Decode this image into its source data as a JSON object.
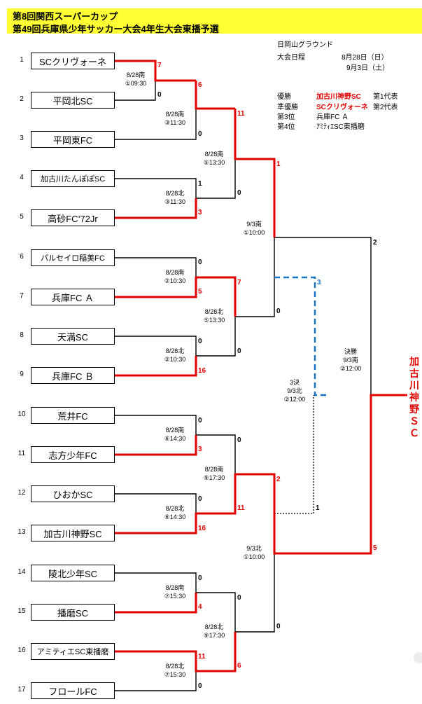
{
  "title": {
    "line1": "第8回関西スーパーカップ",
    "line2": "第49回兵庫県少年サッカー大会4年生大会東播予選"
  },
  "info": {
    "venue": "日岡山グラウンド",
    "schedule_label": "大会日程",
    "date1": "8月28日（日）",
    "date2": "9月3日（土）",
    "results": [
      {
        "rank": "優勝",
        "team": "加古川神野SC",
        "note": "第1代表"
      },
      {
        "rank": "準優勝",
        "team": "SCクリヴォーネ",
        "note": "第2代表"
      },
      {
        "rank": "第3位",
        "team": "兵庫FC Ａ",
        "note": ""
      },
      {
        "rank": "第4位",
        "team": "ｱﾐﾃｨｴSC東播磨",
        "note": ""
      }
    ]
  },
  "teams": [
    {
      "seed": "1",
      "name": "SCクリヴォーネ"
    },
    {
      "seed": "2",
      "name": "平岡北SC"
    },
    {
      "seed": "3",
      "name": "平岡東FC"
    },
    {
      "seed": "4",
      "name": "加古川たんぽぽSC"
    },
    {
      "seed": "5",
      "name": "高砂FC’72Jr"
    },
    {
      "seed": "6",
      "name": "パルセイロ稲美FC"
    },
    {
      "seed": "7",
      "name": "兵庫FC Ａ"
    },
    {
      "seed": "8",
      "name": "天満SC"
    },
    {
      "seed": "9",
      "name": "兵庫FC Ｂ"
    },
    {
      "seed": "10",
      "name": "荒井FC"
    },
    {
      "seed": "11",
      "name": "志方少年FC"
    },
    {
      "seed": "12",
      "name": "ひおかSC"
    },
    {
      "seed": "13",
      "name": "加古川神野SC"
    },
    {
      "seed": "14",
      "name": "陵北少年SC"
    },
    {
      "seed": "15",
      "name": "播磨SC"
    },
    {
      "seed": "16",
      "name": "アミティエSC東播磨"
    },
    {
      "seed": "17",
      "name": "フロールFC"
    }
  ],
  "matches": [
    {
      "line1": "8/28南",
      "line2": "①09:30"
    },
    {
      "line1": "8/28南",
      "line2": "③11:30"
    },
    {
      "line1": "8/28北",
      "line2": "③11:30"
    },
    {
      "line1": "8/28南",
      "line2": "⑤13:30"
    },
    {
      "line1": "8/28南",
      "line2": "②10:30"
    },
    {
      "line1": "8/28北",
      "line2": "②10:30"
    },
    {
      "line1": "8/28北",
      "line2": "⑤13:30"
    },
    {
      "line1": "9/3南",
      "line2": "①10:00"
    },
    {
      "line1": "8/28南",
      "line2": "⑥14:30"
    },
    {
      "line1": "8/28北",
      "line2": "⑥14:30"
    },
    {
      "line1": "8/28南",
      "line2": "⑨17:30"
    },
    {
      "line1": "8/28南",
      "line2": "⑦15:30"
    },
    {
      "line1": "8/28北",
      "line2": "⑦15:30"
    },
    {
      "line1": "8/28北",
      "line2": "⑨17:30"
    },
    {
      "line1": "9/3北",
      "line2": "①10:00"
    }
  ],
  "third_place": {
    "line1": "3決",
    "line2": "9/3北",
    "line3": "②12:00"
  },
  "final": {
    "line1": "決勝",
    "line2": "9/3南",
    "line3": "②12:00"
  },
  "scores": {
    "s_m1_w": "7",
    "s_m1_l": "0",
    "s_r2a_1": "6",
    "s_r2a_2": "0",
    "s_r2b_4": "1",
    "s_r2b_5": "3",
    "s_qf1_t": "11",
    "s_qf1_b": "0",
    "s_r2c_6": "0",
    "s_r2c_7": "5",
    "s_r2d_8": "0",
    "s_r2d_9": "16",
    "s_qf2_t": "7",
    "s_qf2_b": "0",
    "s_sf1_t": "1",
    "s_sf1_b": "0",
    "s_r2e_10": "0",
    "s_r2e_11": "3",
    "s_r2f_12": "0",
    "s_r2f_13": "16",
    "s_qf3_t": "0",
    "s_qf3_b": "11",
    "s_r2g_14": "0",
    "s_r2g_15": "4",
    "s_r2h_16": "11",
    "s_r2h_17": "0",
    "s_qf4_t": "0",
    "s_qf4_b": "6",
    "s_sf2_t": "2",
    "s_sf2_b": "0",
    "s_final_t": "2",
    "s_final_b": "5",
    "s_3rd_t": "3",
    "s_3rd_b": "1"
  },
  "champion": "加古川神野ＳＣ",
  "colors": {
    "winner_line": "#e00000",
    "third_place_line": "#1a74c4",
    "title_bg": "#ffff33"
  }
}
